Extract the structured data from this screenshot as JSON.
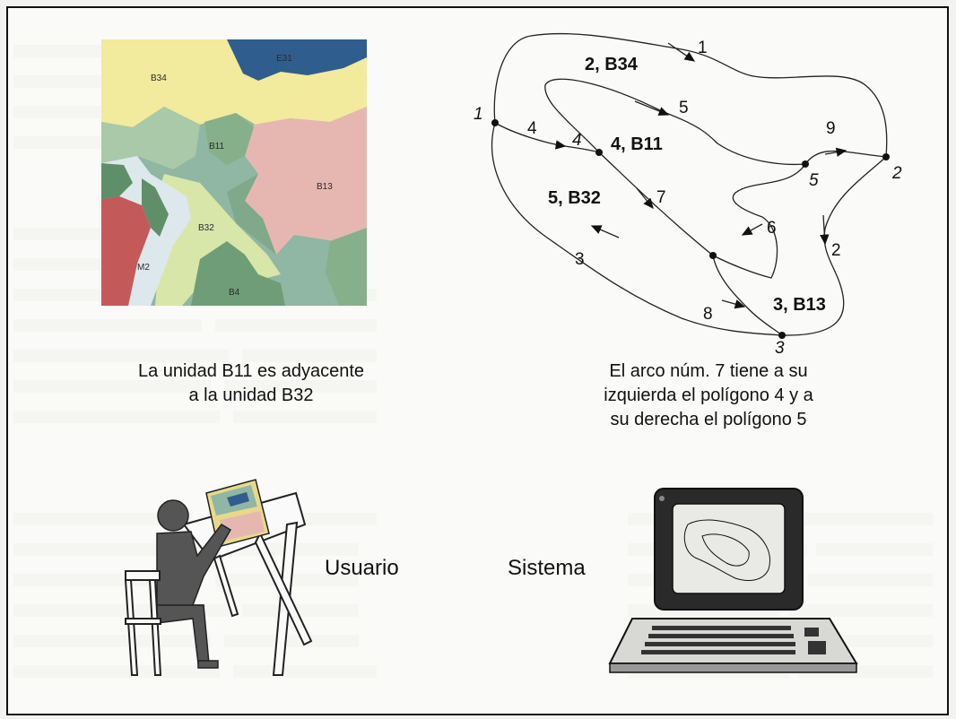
{
  "soil_map": {
    "unit_labels": [
      "E31",
      "B34",
      "B11",
      "B13",
      "B32",
      "M2",
      "B4"
    ],
    "colors": {
      "yellow": "#f2ea9c",
      "blue": "#2f5d8e",
      "green_light": "#a9c9a9",
      "green_mid": "#86b08a",
      "green_dark": "#5f8f68",
      "pink": "#e6b7b1",
      "red": "#c4595a",
      "light_blue": "#dde8ec",
      "yellow_green": "#d9e6a9",
      "teal": "#8fb7a3"
    },
    "caption_line1": "La unidad B11 es adyacente",
    "caption_line2": "a la unidad B32"
  },
  "topology": {
    "polygon_labels": [
      "2, B34",
      "4, B11",
      "5, B32",
      "3, B13"
    ],
    "node_labels": [
      "1",
      "4",
      "5",
      "2",
      "3"
    ],
    "arc_labels": [
      "1",
      "5",
      "4",
      "9",
      "7",
      "6",
      "2",
      "3",
      "8"
    ],
    "caption_line1": "El arco núm. 7 tiene a su",
    "caption_line2": "izquierda el polígono 4 y a",
    "caption_line3": "su derecha el polígono 5"
  },
  "actors": {
    "user_label": "Usuario",
    "system_label": "Sistema"
  }
}
